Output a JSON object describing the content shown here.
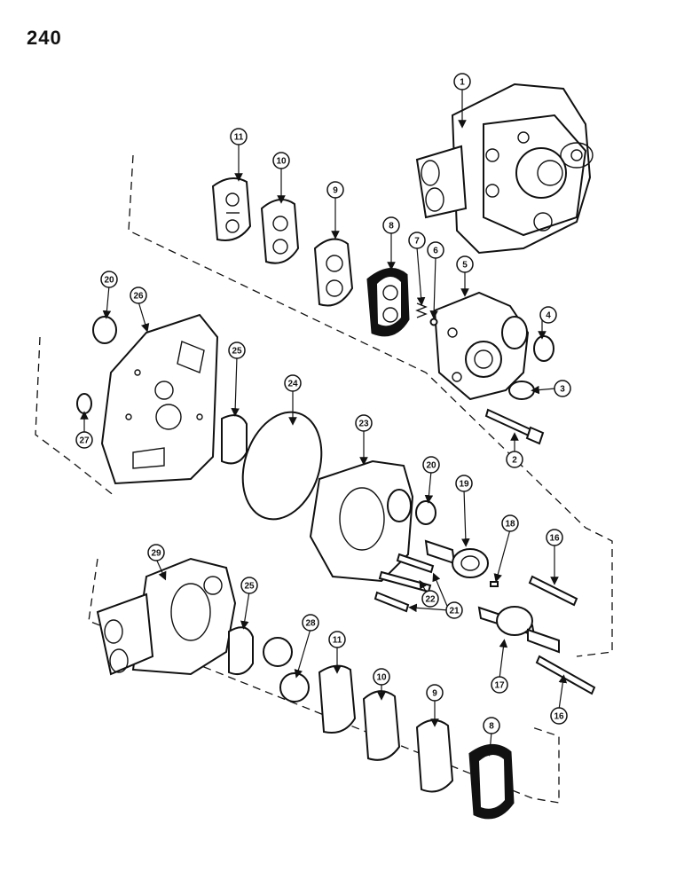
{
  "page_number": "240",
  "callouts": [
    "1",
    "2",
    "3",
    "4",
    "5",
    "6",
    "7",
    "8",
    "9",
    "10",
    "11",
    "16",
    "17",
    "18",
    "19",
    "20",
    "21",
    "22",
    "23",
    "24",
    "25",
    "26",
    "27",
    "28",
    "29"
  ]
}
